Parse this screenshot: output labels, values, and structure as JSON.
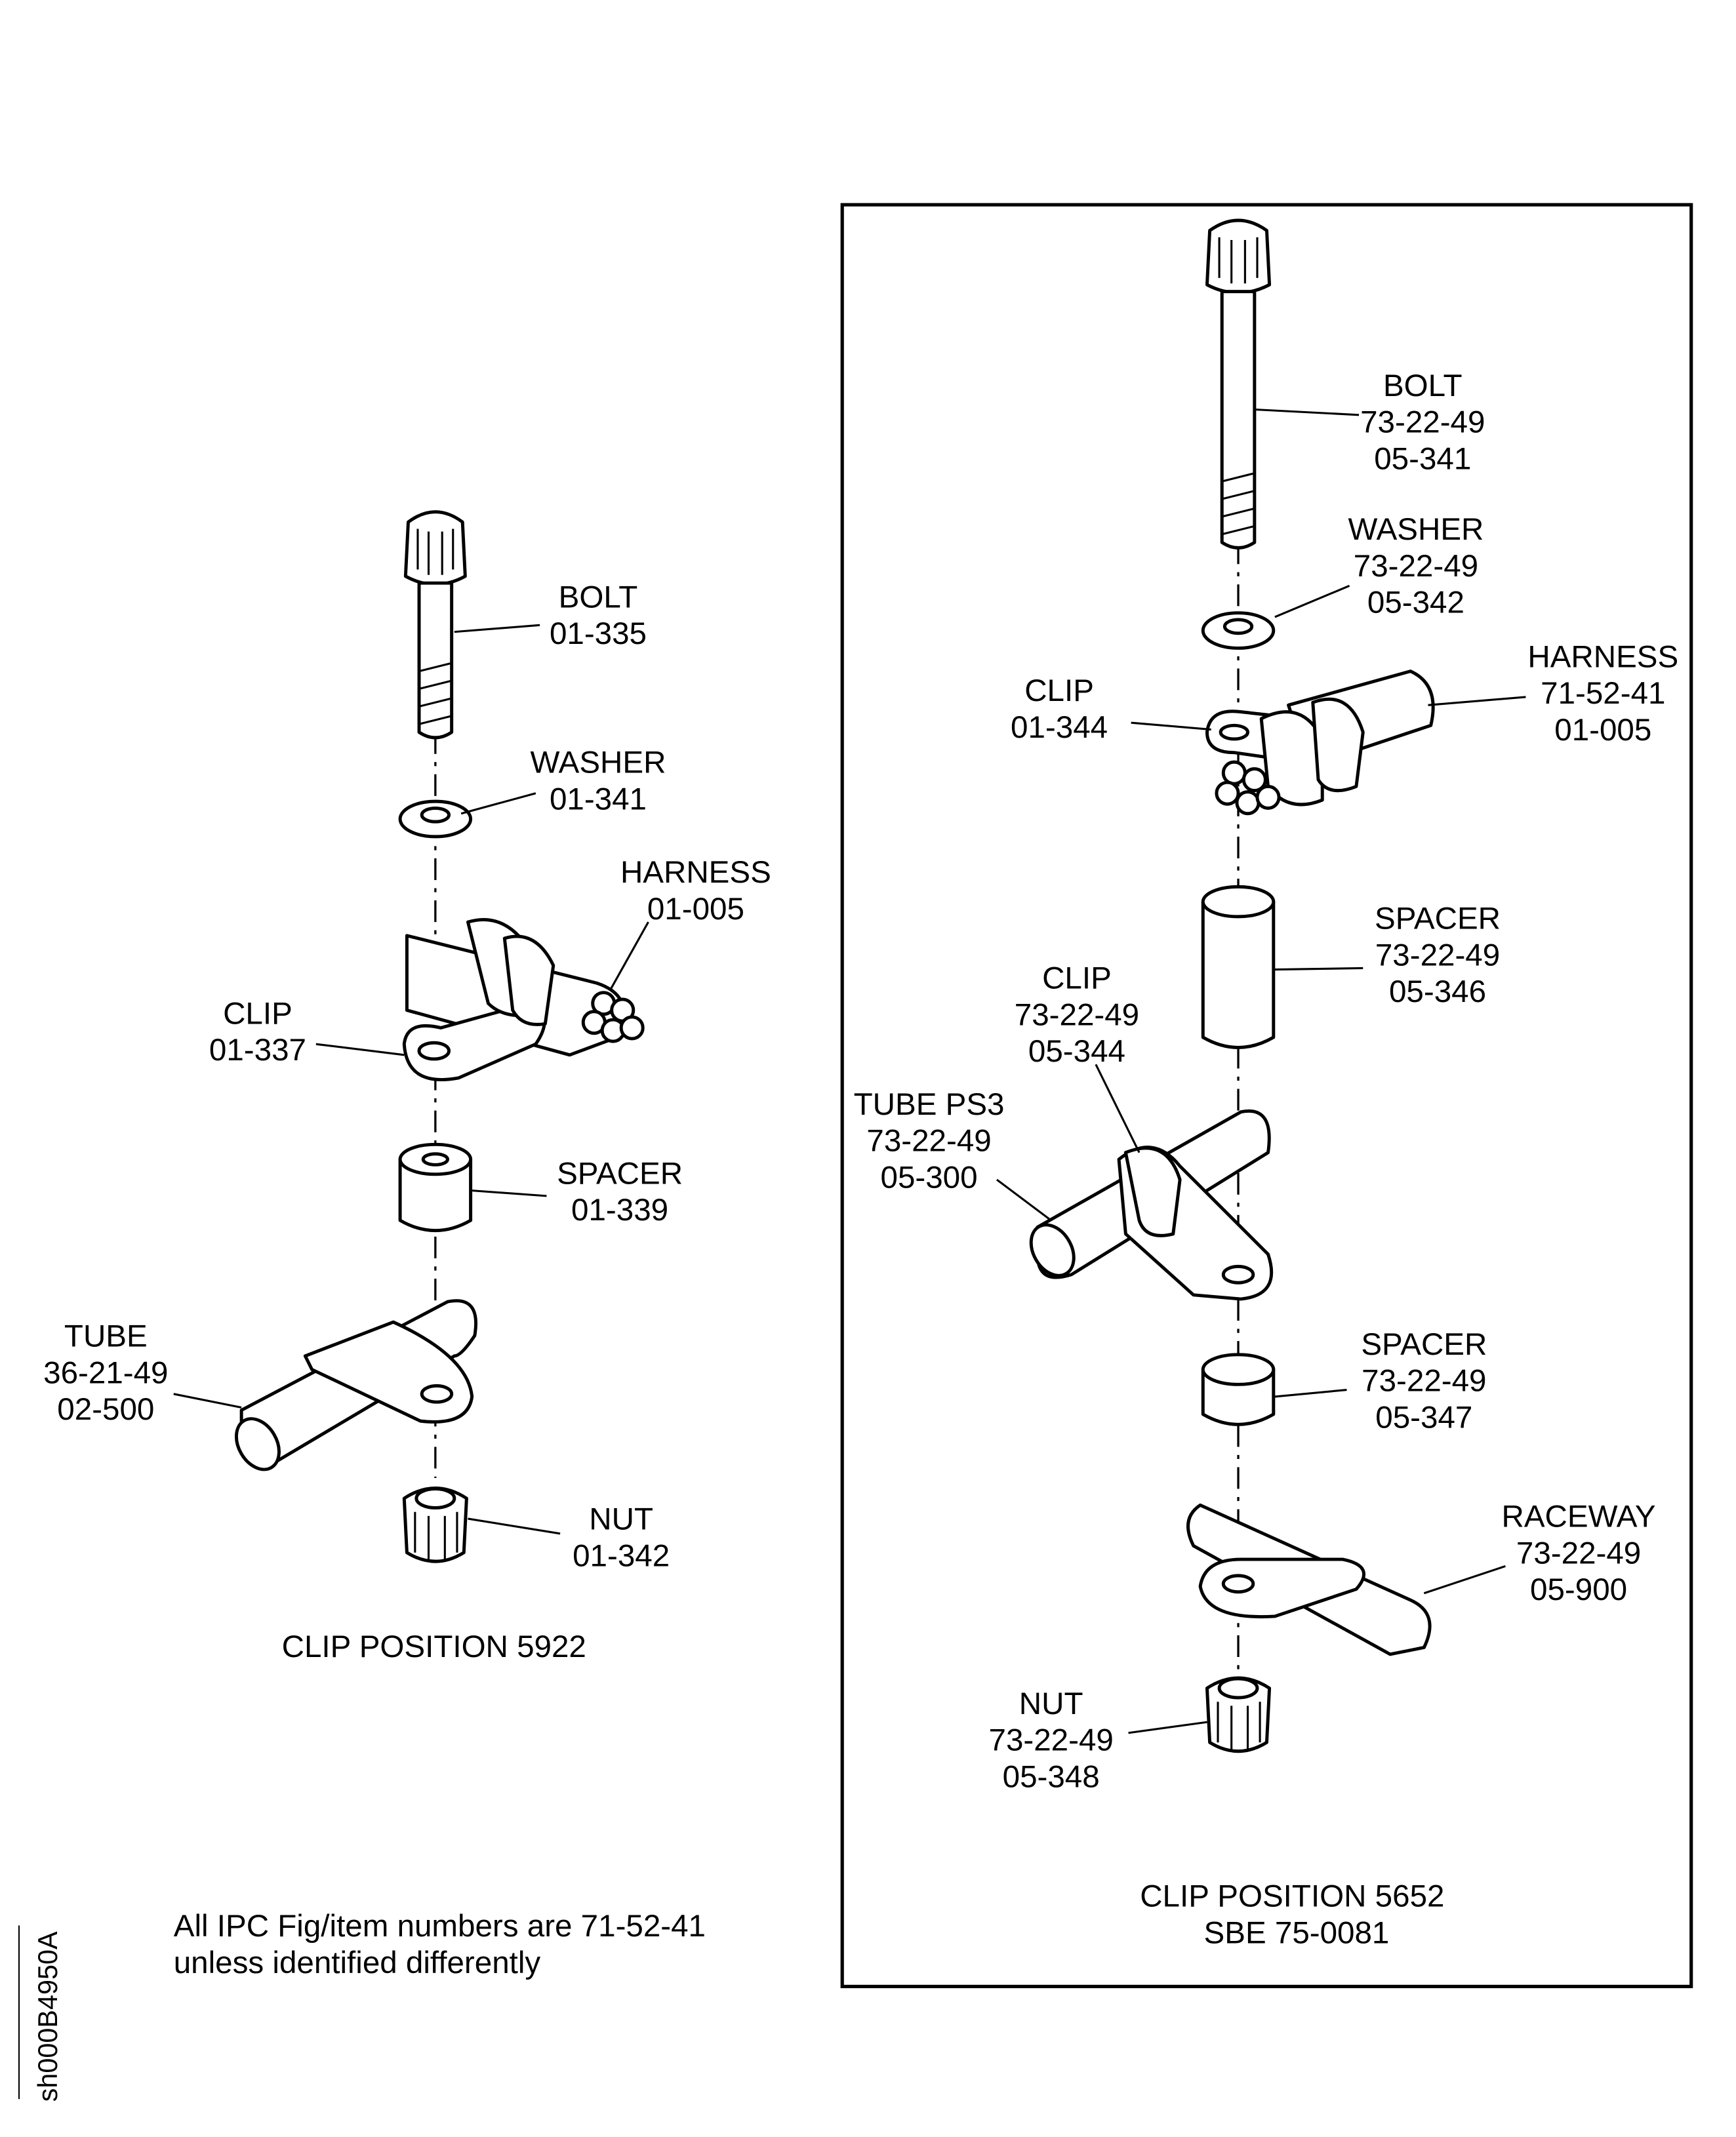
{
  "drawing_id": "sh000B4950A",
  "note": [
    "All IPC Fig/item numbers are 71-52-41",
    "unless identified differently"
  ],
  "left": {
    "caption": "CLIP POSITION 5922",
    "labels": [
      {
        "name": "bolt",
        "lines": [
          "BOLT",
          "01-335"
        ]
      },
      {
        "name": "washer",
        "lines": [
          "WASHER",
          "01-341"
        ]
      },
      {
        "name": "harness",
        "lines": [
          "HARNESS",
          "01-005"
        ]
      },
      {
        "name": "clip",
        "lines": [
          "CLIP",
          "01-337"
        ]
      },
      {
        "name": "spacer",
        "lines": [
          "SPACER",
          "01-339"
        ]
      },
      {
        "name": "tube",
        "lines": [
          "TUBE",
          "36-21-49",
          "02-500"
        ]
      },
      {
        "name": "nut",
        "lines": [
          "NUT",
          "01-342"
        ]
      }
    ]
  },
  "right": {
    "caption": [
      "CLIP POSITION 5652",
      "SBE 75-0081"
    ],
    "labels": [
      {
        "name": "bolt",
        "lines": [
          "BOLT",
          "73-22-49",
          "05-341"
        ]
      },
      {
        "name": "washer",
        "lines": [
          "WASHER",
          "73-22-49",
          "05-342"
        ]
      },
      {
        "name": "harness",
        "lines": [
          "HARNESS",
          "71-52-41",
          "01-005"
        ]
      },
      {
        "name": "clip-upper",
        "lines": [
          "CLIP",
          "01-344"
        ]
      },
      {
        "name": "spacer-upper",
        "lines": [
          "SPACER",
          "73-22-49",
          "05-346"
        ]
      },
      {
        "name": "clip-lower",
        "lines": [
          "CLIP",
          "73-22-49",
          "05-344"
        ]
      },
      {
        "name": "tube",
        "lines": [
          "TUBE PS3",
          "73-22-49",
          "05-300"
        ]
      },
      {
        "name": "spacer-lower",
        "lines": [
          "SPACER",
          "73-22-49",
          "05-347"
        ]
      },
      {
        "name": "raceway",
        "lines": [
          "RACEWAY",
          "73-22-49",
          "05-900"
        ]
      },
      {
        "name": "nut",
        "lines": [
          "NUT",
          "73-22-49",
          "05-348"
        ]
      }
    ]
  }
}
